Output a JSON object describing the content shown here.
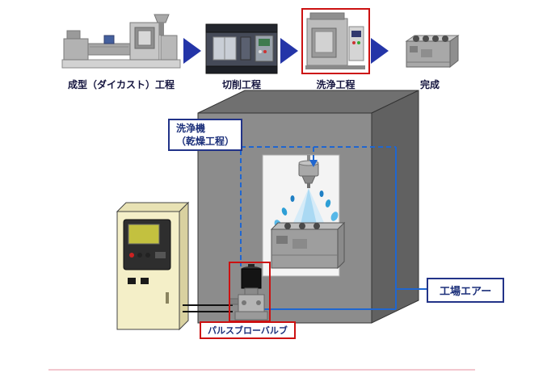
{
  "process_flow": {
    "stages": [
      {
        "id": "die-casting",
        "label": "成型（ダイカスト）工程",
        "image": "die-casting-machine",
        "highlighted": false
      },
      {
        "id": "cutting",
        "label": "切削工程",
        "image": "cnc-milling-machine",
        "highlighted": false
      },
      {
        "id": "washing",
        "label": "洗浄工程",
        "image": "parts-washing-machine",
        "highlighted": true
      },
      {
        "id": "finished",
        "label": "完成",
        "image": "finished-engine-block",
        "highlighted": false
      }
    ],
    "arrow_icon": "right-arrow",
    "arrow_color": "#2435a8",
    "highlight_border_color": "#cc1111"
  },
  "machine_diagram": {
    "washer_label": {
      "line1": "洗浄機",
      "line2": "（乾燥工程）",
      "border_color": "#223388"
    },
    "valve_label": {
      "text": "パルスブローバルブ",
      "border_color": "#cc1111"
    },
    "factory_air_label": {
      "text": "工場エアー",
      "border_color": "#223388"
    },
    "colors": {
      "enclosure_front": "#8c8c8c",
      "enclosure_top": "#707070",
      "enclosure_side": "#616161",
      "control_cabinet": "#f4efc8",
      "pipe_blue": "#1f66d0",
      "spray_blue": "#57b8e8",
      "label_text": "#1b2f7a"
    },
    "components": [
      "washing-chamber-window",
      "spray-nozzle",
      "water-spray",
      "engine-block",
      "control-cabinet",
      "pulse-blow-valve",
      "factory-air-pipe"
    ]
  }
}
